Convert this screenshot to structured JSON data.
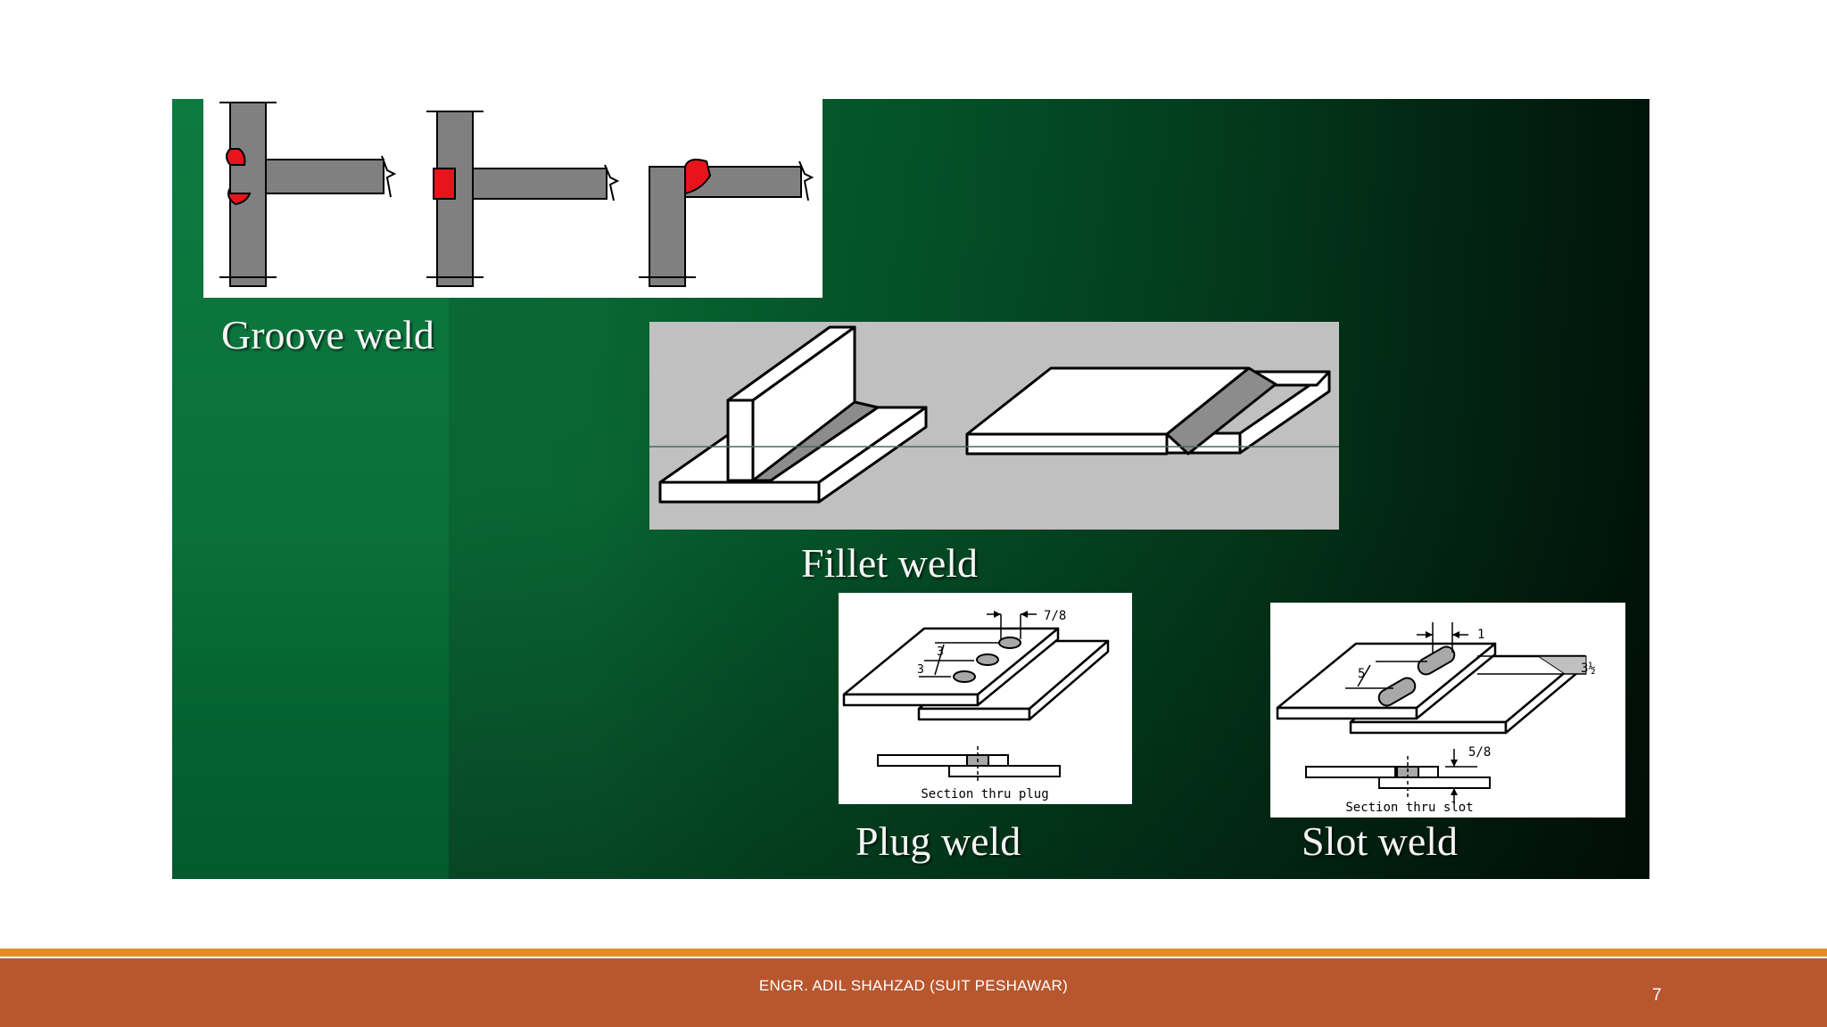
{
  "captions": {
    "groove": "Groove weld",
    "fillet": "Fillet weld",
    "plug": "Plug weld",
    "slot": "Slot weld"
  },
  "plug_figure": {
    "dimension_top": "7/8",
    "dimension_spacing_1": "3",
    "dimension_spacing_2": "3",
    "section_label": "Section thru plug"
  },
  "slot_figure": {
    "dimension_top": "1",
    "dimension_length": "5",
    "dimension_side": "3½",
    "dimension_depth": "5/8",
    "section_label": "Section thru slot"
  },
  "footer": {
    "author": "ENGR. ADIL SHAHZAD (SUIT PESHAWAR)",
    "page_number": "7"
  },
  "colors": {
    "weld_red": "#e8141c",
    "metal_gray": "#808080",
    "footer_bar": "#b8562e",
    "footer_stripe": "#e38b2a",
    "slide_green": "#0b6f3a"
  }
}
